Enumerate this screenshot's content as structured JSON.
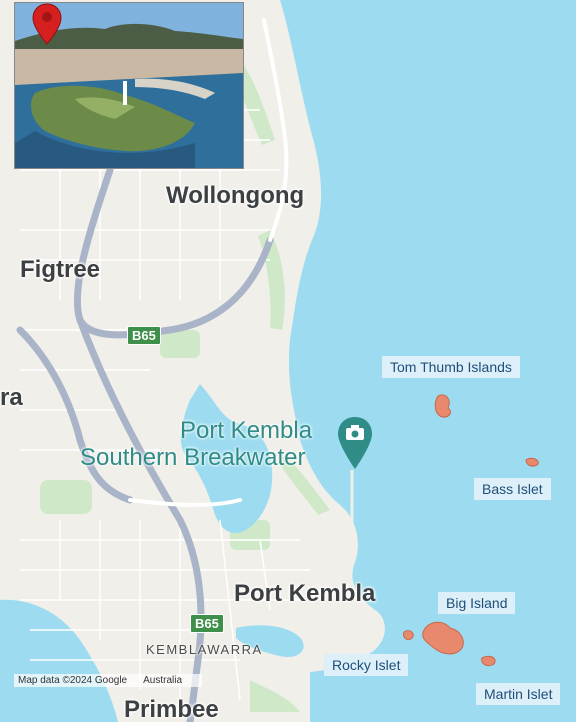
{
  "map": {
    "cities": {
      "wollongong": "Wollongong",
      "figtree": "Figtree",
      "port_kembla": "Port Kembla",
      "primbee": "Primbee",
      "edge_fragment": "ra"
    },
    "suburb": "KEMBLAWARRA",
    "route_shields": [
      "B65",
      "B65"
    ],
    "poi": {
      "line1": "Port Kembla",
      "line2": "Southern Breakwater",
      "icon": "camera-icon"
    },
    "islands": [
      "Tom Thumb Islands",
      "Bass Islet",
      "Big Island",
      "Rocky Islet",
      "Martin Islet"
    ],
    "attribution": {
      "data": "Map data ©2024 Google",
      "region": "Australia"
    },
    "inset_photo": {
      "subject": "aerial photo of Wollongong harbour and lighthouse"
    },
    "colors": {
      "ocean": "#9ddcf0",
      "land": "#f1efe9",
      "park": "#cfe9c8",
      "road": "#ffffff",
      "highway": "#aab4c8",
      "island_highlight": "#e8896e",
      "callout_bg": "#ddf0fa",
      "callout_text": "#1f4e79",
      "pin": "#d62020"
    }
  }
}
